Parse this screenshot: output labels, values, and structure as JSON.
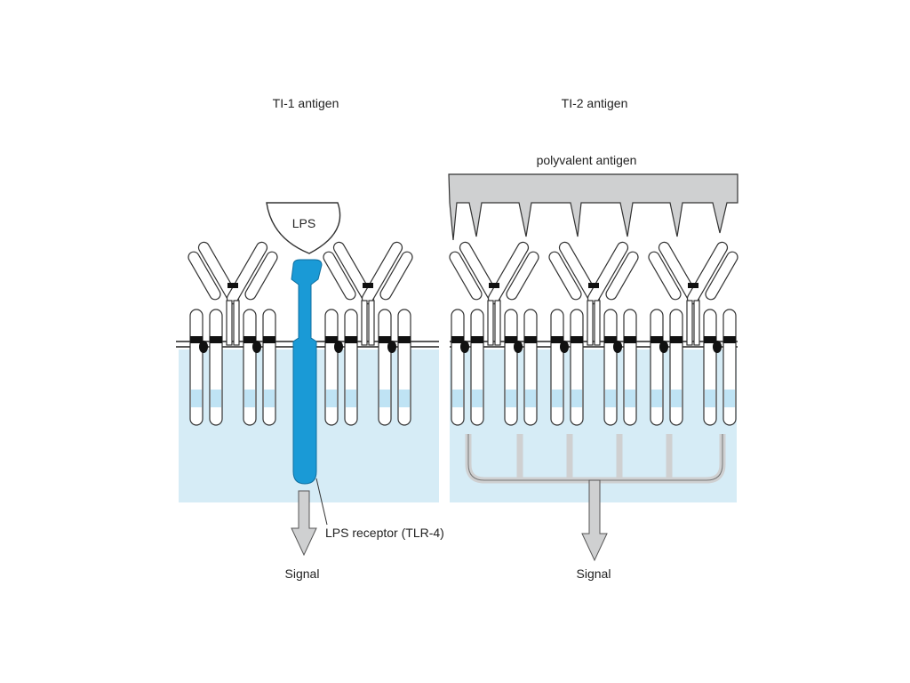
{
  "panels": {
    "ti1": {
      "title": "TI-1 antigen",
      "lps_label": "LPS",
      "receptor_label": "LPS receptor (TLR-4)",
      "signal_label": "Signal"
    },
    "ti2": {
      "title": "TI-2 antigen",
      "antigen_label": "polyvalent antigen",
      "signal_label": "Signal"
    }
  },
  "colors": {
    "cytoplasm": "#d6ecf6",
    "band": "#bfe3f4",
    "tlr4": "#1a9ad6",
    "antigen": "#cfd0d1",
    "outline": "#333333"
  }
}
